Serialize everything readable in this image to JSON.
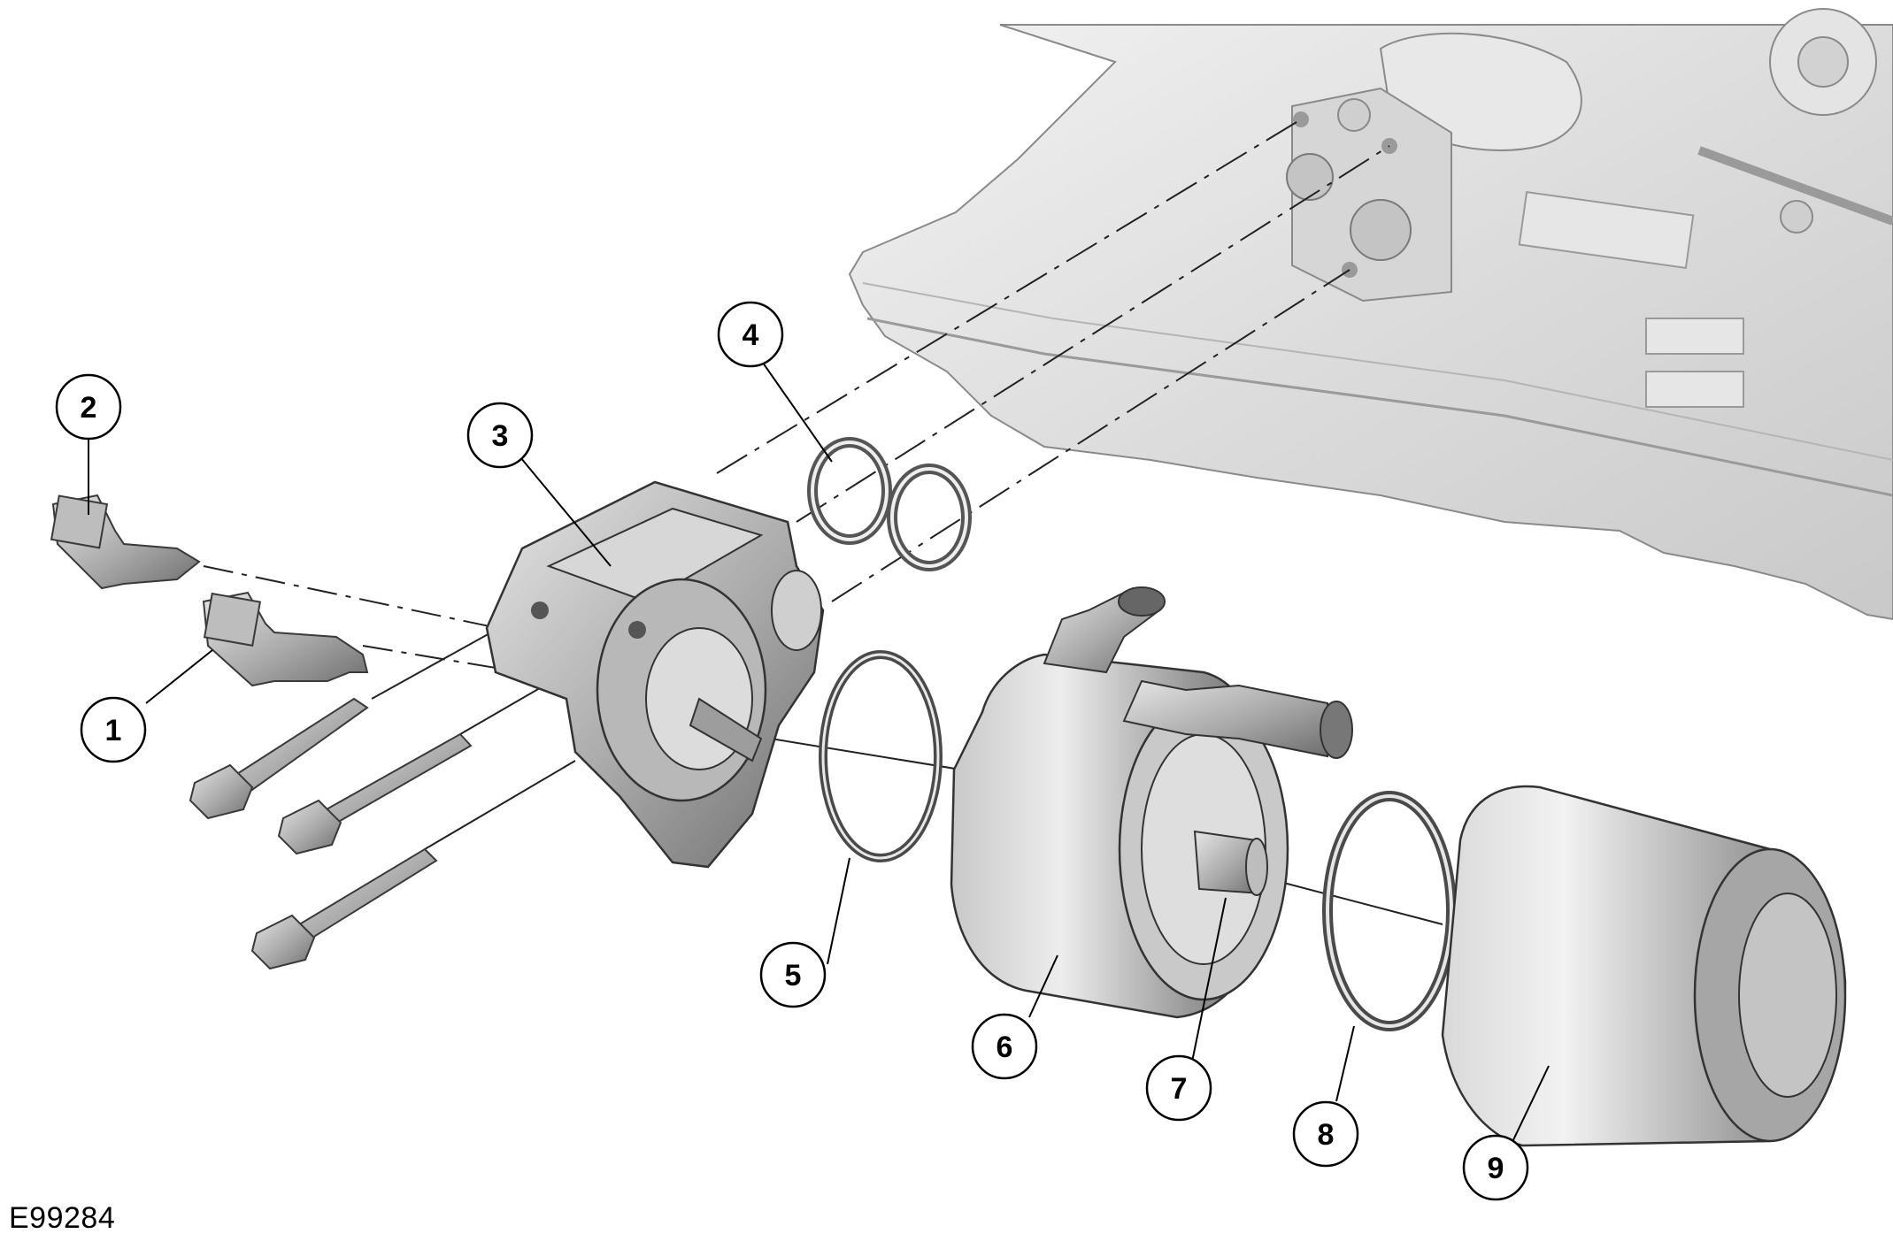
{
  "figure": {
    "reference": "E99284"
  },
  "callouts": [
    {
      "number": "1"
    },
    {
      "number": "2"
    },
    {
      "number": "3"
    },
    {
      "number": "4"
    },
    {
      "number": "5"
    },
    {
      "number": "6"
    },
    {
      "number": "7"
    },
    {
      "number": "8"
    },
    {
      "number": "9"
    }
  ]
}
